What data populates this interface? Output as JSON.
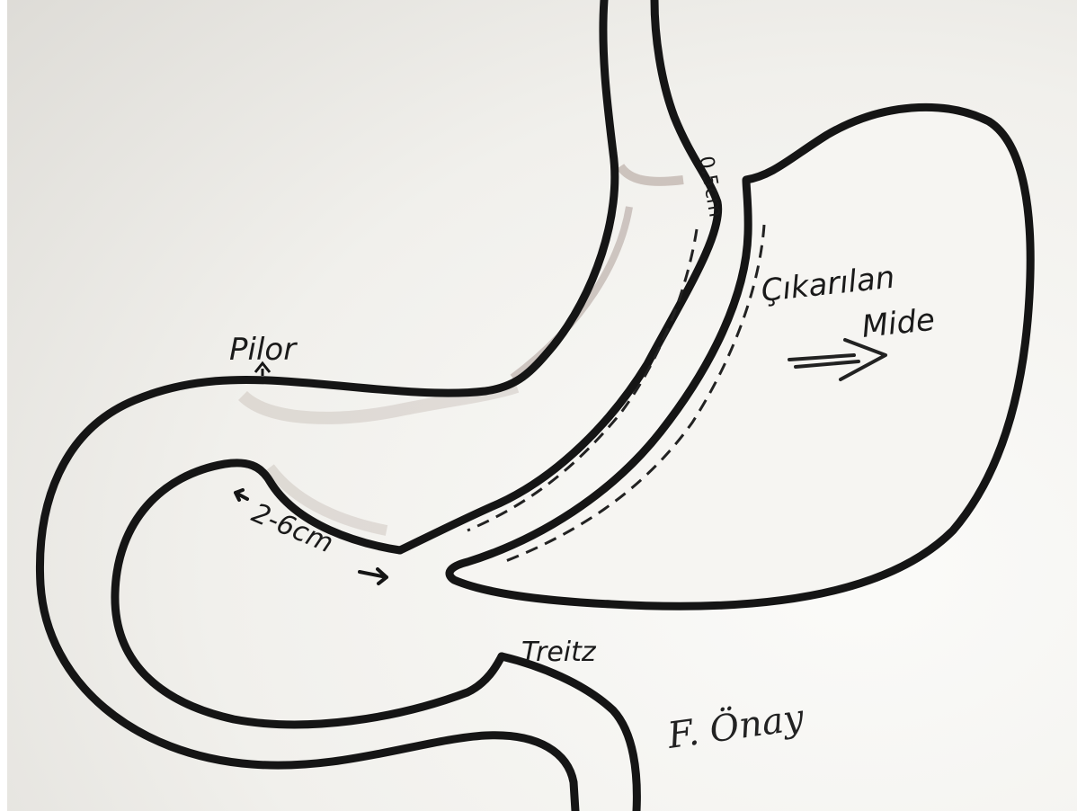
{
  "diagram": {
    "labels": {
      "pylorus": "Pilor",
      "distance": "2-6cm",
      "treitz": "Treitz",
      "removed_stomach_line1": "Çıkarılan",
      "removed_stomach_line2": "Mide",
      "tube_width": "0.5cm",
      "signature": "F. Önay"
    },
    "colors": {
      "paper": "#f4f3f0",
      "ink": "#151515",
      "shading": "#5a3a32"
    }
  }
}
